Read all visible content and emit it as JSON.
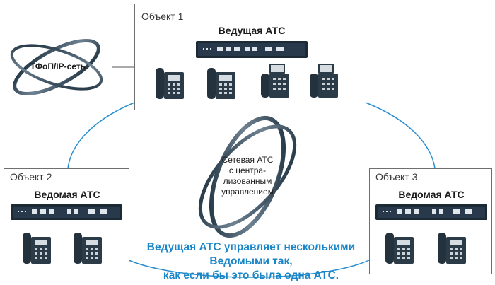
{
  "network_label": "ТФоП/IP-сеть",
  "network_pbx_label": [
    "Сетевая АТС",
    "с центра-",
    "лизованным",
    "управлением"
  ],
  "objects": [
    {
      "label": "Объект 1",
      "pbx_title": "Ведущая АТС"
    },
    {
      "label": "Объект 2",
      "pbx_title": "Ведомая АТС"
    },
    {
      "label": "Объект 3",
      "pbx_title": "Ведомая АТС"
    }
  ],
  "caption": [
    "Ведущая АТС управляет несколькими Ведомыми так,",
    "как если бы это была одна АТС."
  ],
  "colors": {
    "link": "#2a8fcf",
    "ring_dark": "#1e3444",
    "ring_light": "#8a9aa8",
    "accent": "#1a86c8"
  }
}
